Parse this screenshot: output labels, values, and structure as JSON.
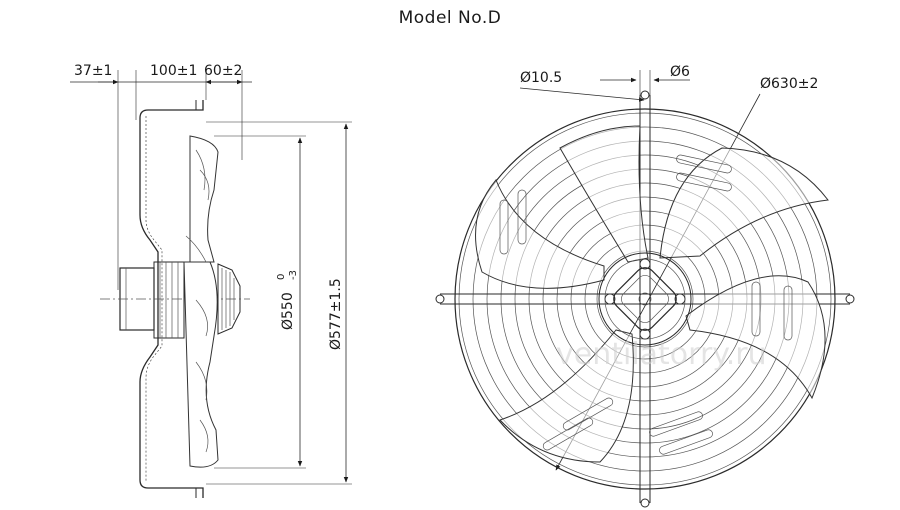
{
  "title": "Model No.D",
  "side_view": {
    "dim_flange": "37±1",
    "dim_depth": "100±1",
    "dim_blade": "60±2",
    "dim_inner_dia": "Ø550",
    "dim_inner_tol_upper": "0",
    "dim_inner_tol_lower": "-3",
    "dim_outer_dia": "Ø577±1.5"
  },
  "front_view": {
    "dim_hole": "Ø10.5",
    "dim_wire": "Ø6",
    "dim_guard_dia": "Ø630±2"
  },
  "watermark": "ventilatorry.ru"
}
